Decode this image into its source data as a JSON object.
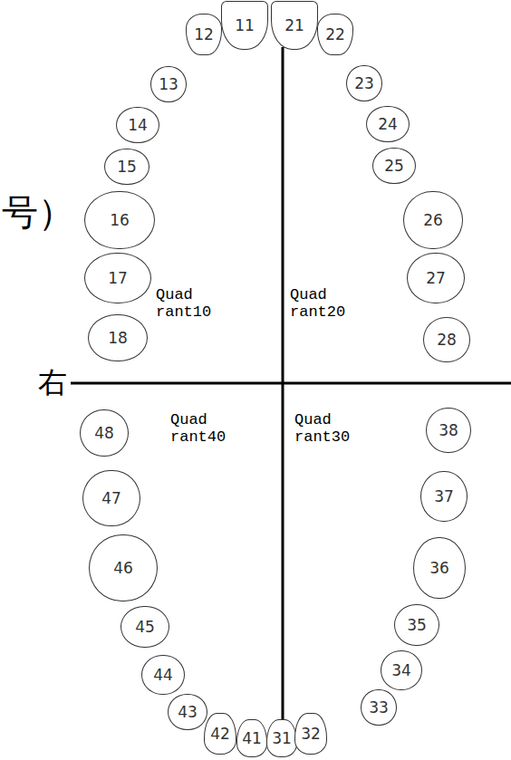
{
  "diagram": {
    "nodes": [
      {
        "text": [
          "12"
        ]
      },
      {
        "text": [
          "11"
        ]
      },
      {
        "text": [
          "21"
        ]
      },
      {
        "text": [
          "22"
        ]
      },
      {
        "text": [
          "13"
        ]
      },
      {
        "text": [
          "23"
        ]
      },
      {
        "text": [
          "14"
        ]
      },
      {
        "text": [
          "24"
        ]
      },
      {
        "text": [
          "15"
        ]
      },
      {
        "text": [
          "25"
        ]
      },
      {
        "text": [
          "16"
        ]
      },
      {
        "text": [
          "26"
        ]
      },
      {
        "text": [
          "17"
        ]
      },
      {
        "text": [
          "27"
        ]
      },
      {
        "text": [
          "18"
        ]
      },
      {
        "text": [
          "28"
        ]
      },
      {
        "text": [
          "48"
        ]
      },
      {
        "text": [
          "38"
        ]
      },
      {
        "text": [
          "47"
        ]
      },
      {
        "text": [
          "37"
        ]
      },
      {
        "text": [
          "46"
        ]
      },
      {
        "text": [
          "36"
        ]
      },
      {
        "text": [
          "45"
        ]
      },
      {
        "text": [
          "35"
        ]
      },
      {
        "text": [
          "44"
        ]
      },
      {
        "text": [
          "34"
        ]
      },
      {
        "text": [
          "43"
        ]
      },
      {
        "text": [
          "33"
        ]
      },
      {
        "text": [
          "42"
        ]
      },
      {
        "text": [
          "41"
        ]
      },
      {
        "text": [
          "31"
        ]
      },
      {
        "text": [
          "32"
        ]
      }
    ],
    "labels": [
      "号）",
      "右",
      "Quad rant10",
      "Quad rant20",
      "Quad rant40",
      "Quad rant30"
    ]
  }
}
